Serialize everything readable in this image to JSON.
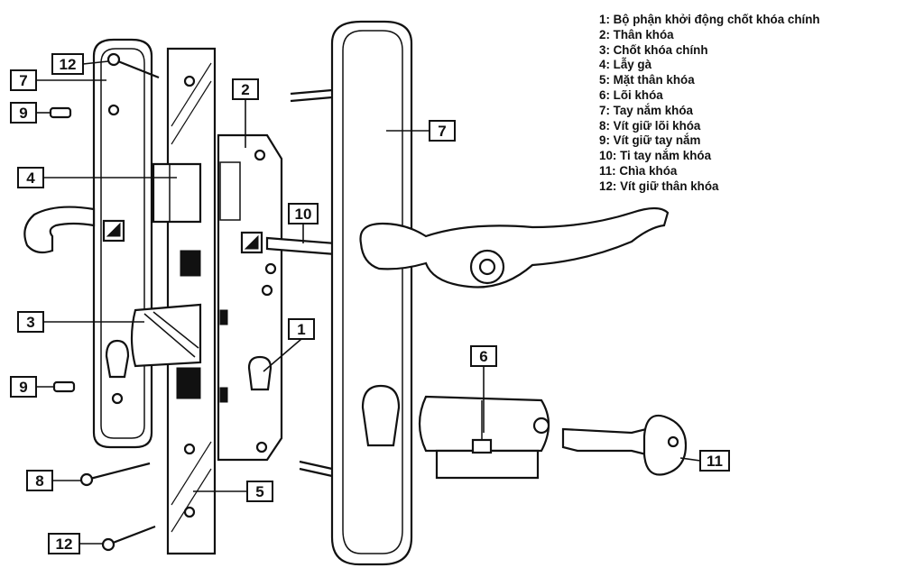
{
  "legend": [
    {
      "number": "1",
      "label": "Bộ phận khởi động chốt khóa chính"
    },
    {
      "number": "2",
      "label": "Thân khóa"
    },
    {
      "number": "3",
      "label": "Chốt khóa chính"
    },
    {
      "number": "4",
      "label": "Lẫy gà"
    },
    {
      "number": "5",
      "label": "Mặt thân khóa"
    },
    {
      "number": "6",
      "label": "Lõi khóa"
    },
    {
      "number": "7",
      "label": "Tay nắm khóa"
    },
    {
      "number": "8",
      "label": "Vít giữ lõi khóa"
    },
    {
      "number": "9",
      "label": "Vít giữ tay nắm"
    },
    {
      "number": "10",
      "label": "Ti tay nắm khóa"
    },
    {
      "number": "11",
      "label": "Chìa khóa"
    },
    {
      "number": "12",
      "label": "Vít giữ thân khóa"
    }
  ],
  "callouts": {
    "c1": "1",
    "c2": "2",
    "c3": "3",
    "c4": "4",
    "c5": "5",
    "c6": "6",
    "c7a": "7",
    "c7b": "7",
    "c8": "8",
    "c9a": "9",
    "c9b": "9",
    "c10": "10",
    "c11": "11",
    "c12a": "12",
    "c12b": "12"
  }
}
